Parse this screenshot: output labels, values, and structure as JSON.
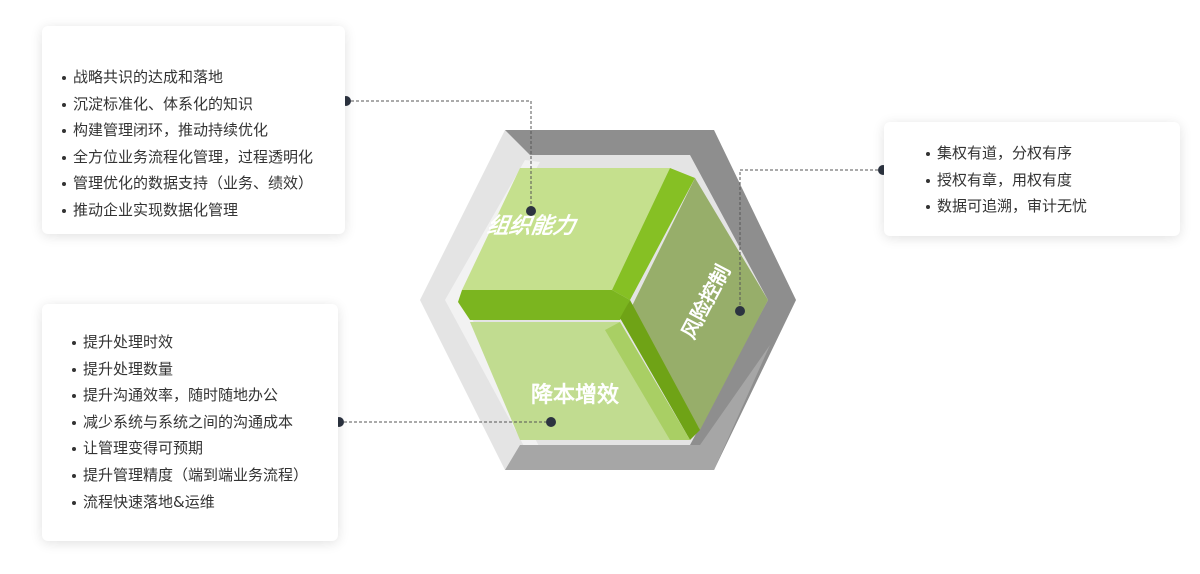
{
  "cards": {
    "top_left": {
      "items": [
        "战略共识的达成和落地",
        "沉淀标准化、体系化的知识",
        "构建管理闭环，推动持续优化",
        "全方位业务流程化管理，过程透明化",
        "管理优化的数据支持（业务、绩效）",
        "推动企业实现数据化管理"
      ]
    },
    "bottom_left": {
      "items": [
        "提升处理时效",
        "提升处理数量",
        "提升沟通效率，随时随地办公",
        "减少系统与系统之间的沟通成本",
        "让管理变得可预期",
        "提升管理精度（端到端业务流程）",
        "流程快速落地&运维"
      ]
    },
    "right": {
      "items": [
        "集权有道，分权有序",
        "授权有章，用权有度",
        "数据可追溯，审计无忧"
      ]
    }
  },
  "cube": {
    "top_face_label": "组织能力",
    "right_face_label": "风险控制",
    "bottom_face_label": "降本增效"
  },
  "colors": {
    "light_green": "#c4df8b",
    "mid_green": "#7ab51d",
    "olive_green": "#97ad6a",
    "bright_green": "#8cc63f",
    "gray_dark": "#888888",
    "gray_light": "#e3e3e3",
    "connector_dot": "#2c3340"
  }
}
